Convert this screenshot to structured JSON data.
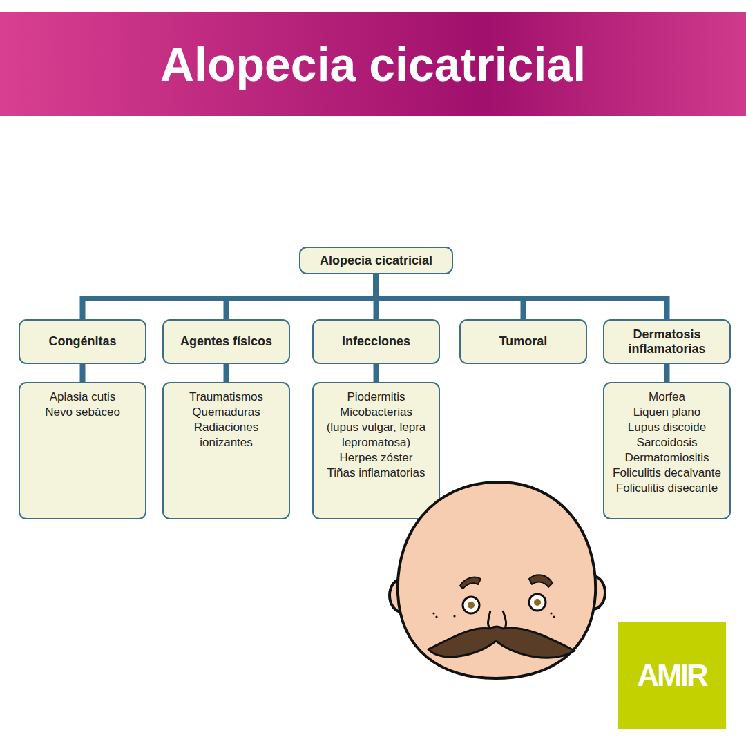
{
  "diagram": {
    "title": "Alopecia cicatricial",
    "nodes": [
      {
        "text": [
          "Alopecia cicatricial"
        ]
      },
      {
        "text": [
          "Congénitas"
        ]
      },
      {
        "text": [
          "Agentes  físicos"
        ]
      },
      {
        "text": [
          "Infecciones"
        ]
      },
      {
        "text": [
          "Tumoral"
        ]
      },
      {
        "text": [
          "Dermatosis inflamatorias"
        ]
      },
      {
        "text": [
          "Aplasia cutis",
          "Nevo sebáceo"
        ]
      },
      {
        "text": [
          "Traumatismos",
          "Quemaduras",
          "Radiaciones ionizantes"
        ]
      },
      {
        "text": [
          "Piodermitis",
          "Micobacterias",
          "(lupus vulgar, lepra lepromatosa)",
          "Herpes zóster",
          "Tiñas inflamatorias"
        ]
      },
      {
        "text": [
          "Morfea",
          "Liquen plano",
          "Lupus discoide",
          "Sarcoidosis",
          "Dermatomiositis",
          "Foliculitis decalvante",
          "Foliculitis disecante"
        ]
      }
    ],
    "edges": [
      {
        "from": 0,
        "to": 1,
        "arrow": "none"
      },
      {
        "from": 0,
        "to": 2,
        "arrow": "none"
      },
      {
        "from": 0,
        "to": 3,
        "arrow": "none"
      },
      {
        "from": 0,
        "to": 4,
        "arrow": "none"
      },
      {
        "from": 0,
        "to": 5,
        "arrow": "none"
      },
      {
        "from": 1,
        "to": 6,
        "arrow": "none"
      },
      {
        "from": 2,
        "to": 7,
        "arrow": "none"
      },
      {
        "from": 3,
        "to": 8,
        "arrow": "none"
      },
      {
        "from": 5,
        "to": 9,
        "arrow": "none"
      }
    ],
    "labels": [
      "AMIR"
    ]
  }
}
